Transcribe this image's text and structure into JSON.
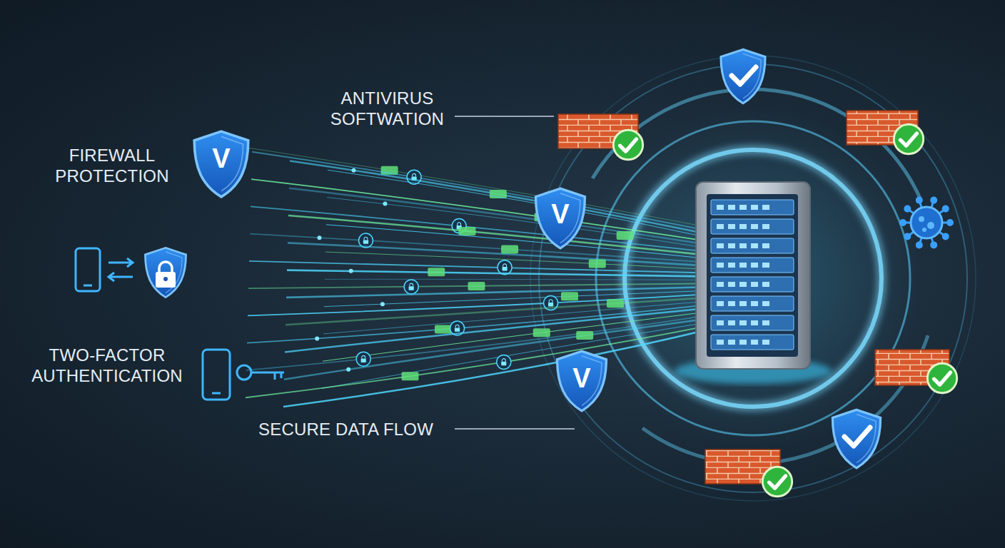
{
  "diagram": {
    "labels": [
      "ANTIVIRUS SOFTWATION",
      "FIREWALL PROTECTION",
      "TWO-FACTOR AUTHENTICATION",
      "SECURE DATA FLOW",
      "V",
      "V",
      "V"
    ]
  }
}
